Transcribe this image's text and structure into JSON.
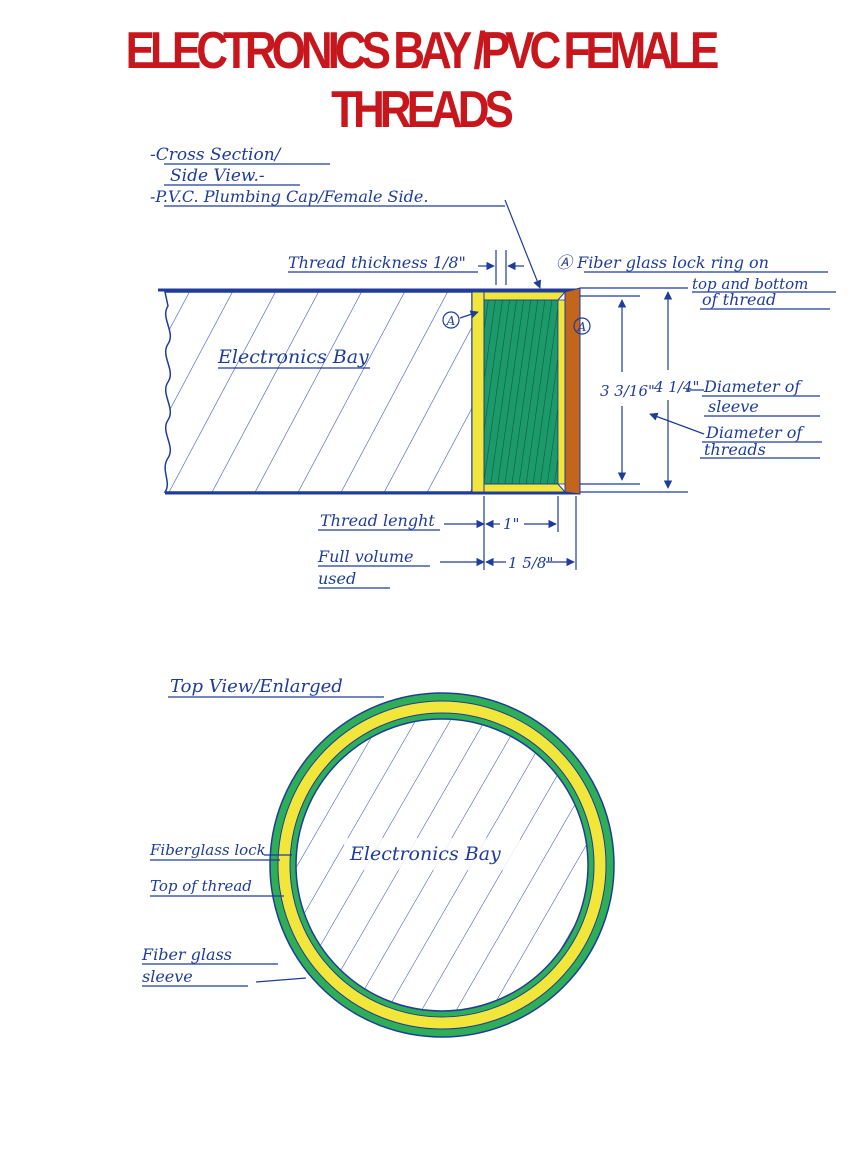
{
  "title": "ELECTRONICS BAY /PVC FEMALE THREADS",
  "colors": {
    "ink": "#1f3c9a",
    "title_red": "#c8161d",
    "thread_green": "#1d9a6a",
    "lock_yellow": "#f3e63a",
    "sleeve_brown": "#c2651d",
    "ring_green": "#2fae58"
  },
  "cross_section": {
    "notes": [
      "-Cross Section/",
      "Side View.-",
      "-P.V.C. Plumbing Cap/Female Side."
    ],
    "thread_thickness": "Thread thickness 1/8\"",
    "lock_ring_note": [
      "Ⓐ Fiber glass lock ring on",
      "top and bottom",
      "of thread"
    ],
    "marker": "A",
    "bay_label": "Electronics Bay",
    "dim_thread_dia": "3 3/16\"",
    "dim_sleeve_dia": "4 1/4\"",
    "diameter_of_sleeve": [
      "Diameter of",
      "sleeve"
    ],
    "diameter_of_threads": [
      "Diameter of",
      "threads"
    ],
    "thread_length_label": "Thread lenght",
    "thread_length_value": "1\"",
    "full_volume_label": [
      "Full volume",
      "used"
    ],
    "full_volume_value": "1 5/8\""
  },
  "top_view": {
    "heading": "Top View/Enlarged",
    "bay_label": "Electronics Bay",
    "fiberglass_lock": "Fiberglass lock",
    "top_of_thread": "Top of thread",
    "fiberglass_sleeve": [
      "Fiber glass",
      "sleeve"
    ]
  }
}
